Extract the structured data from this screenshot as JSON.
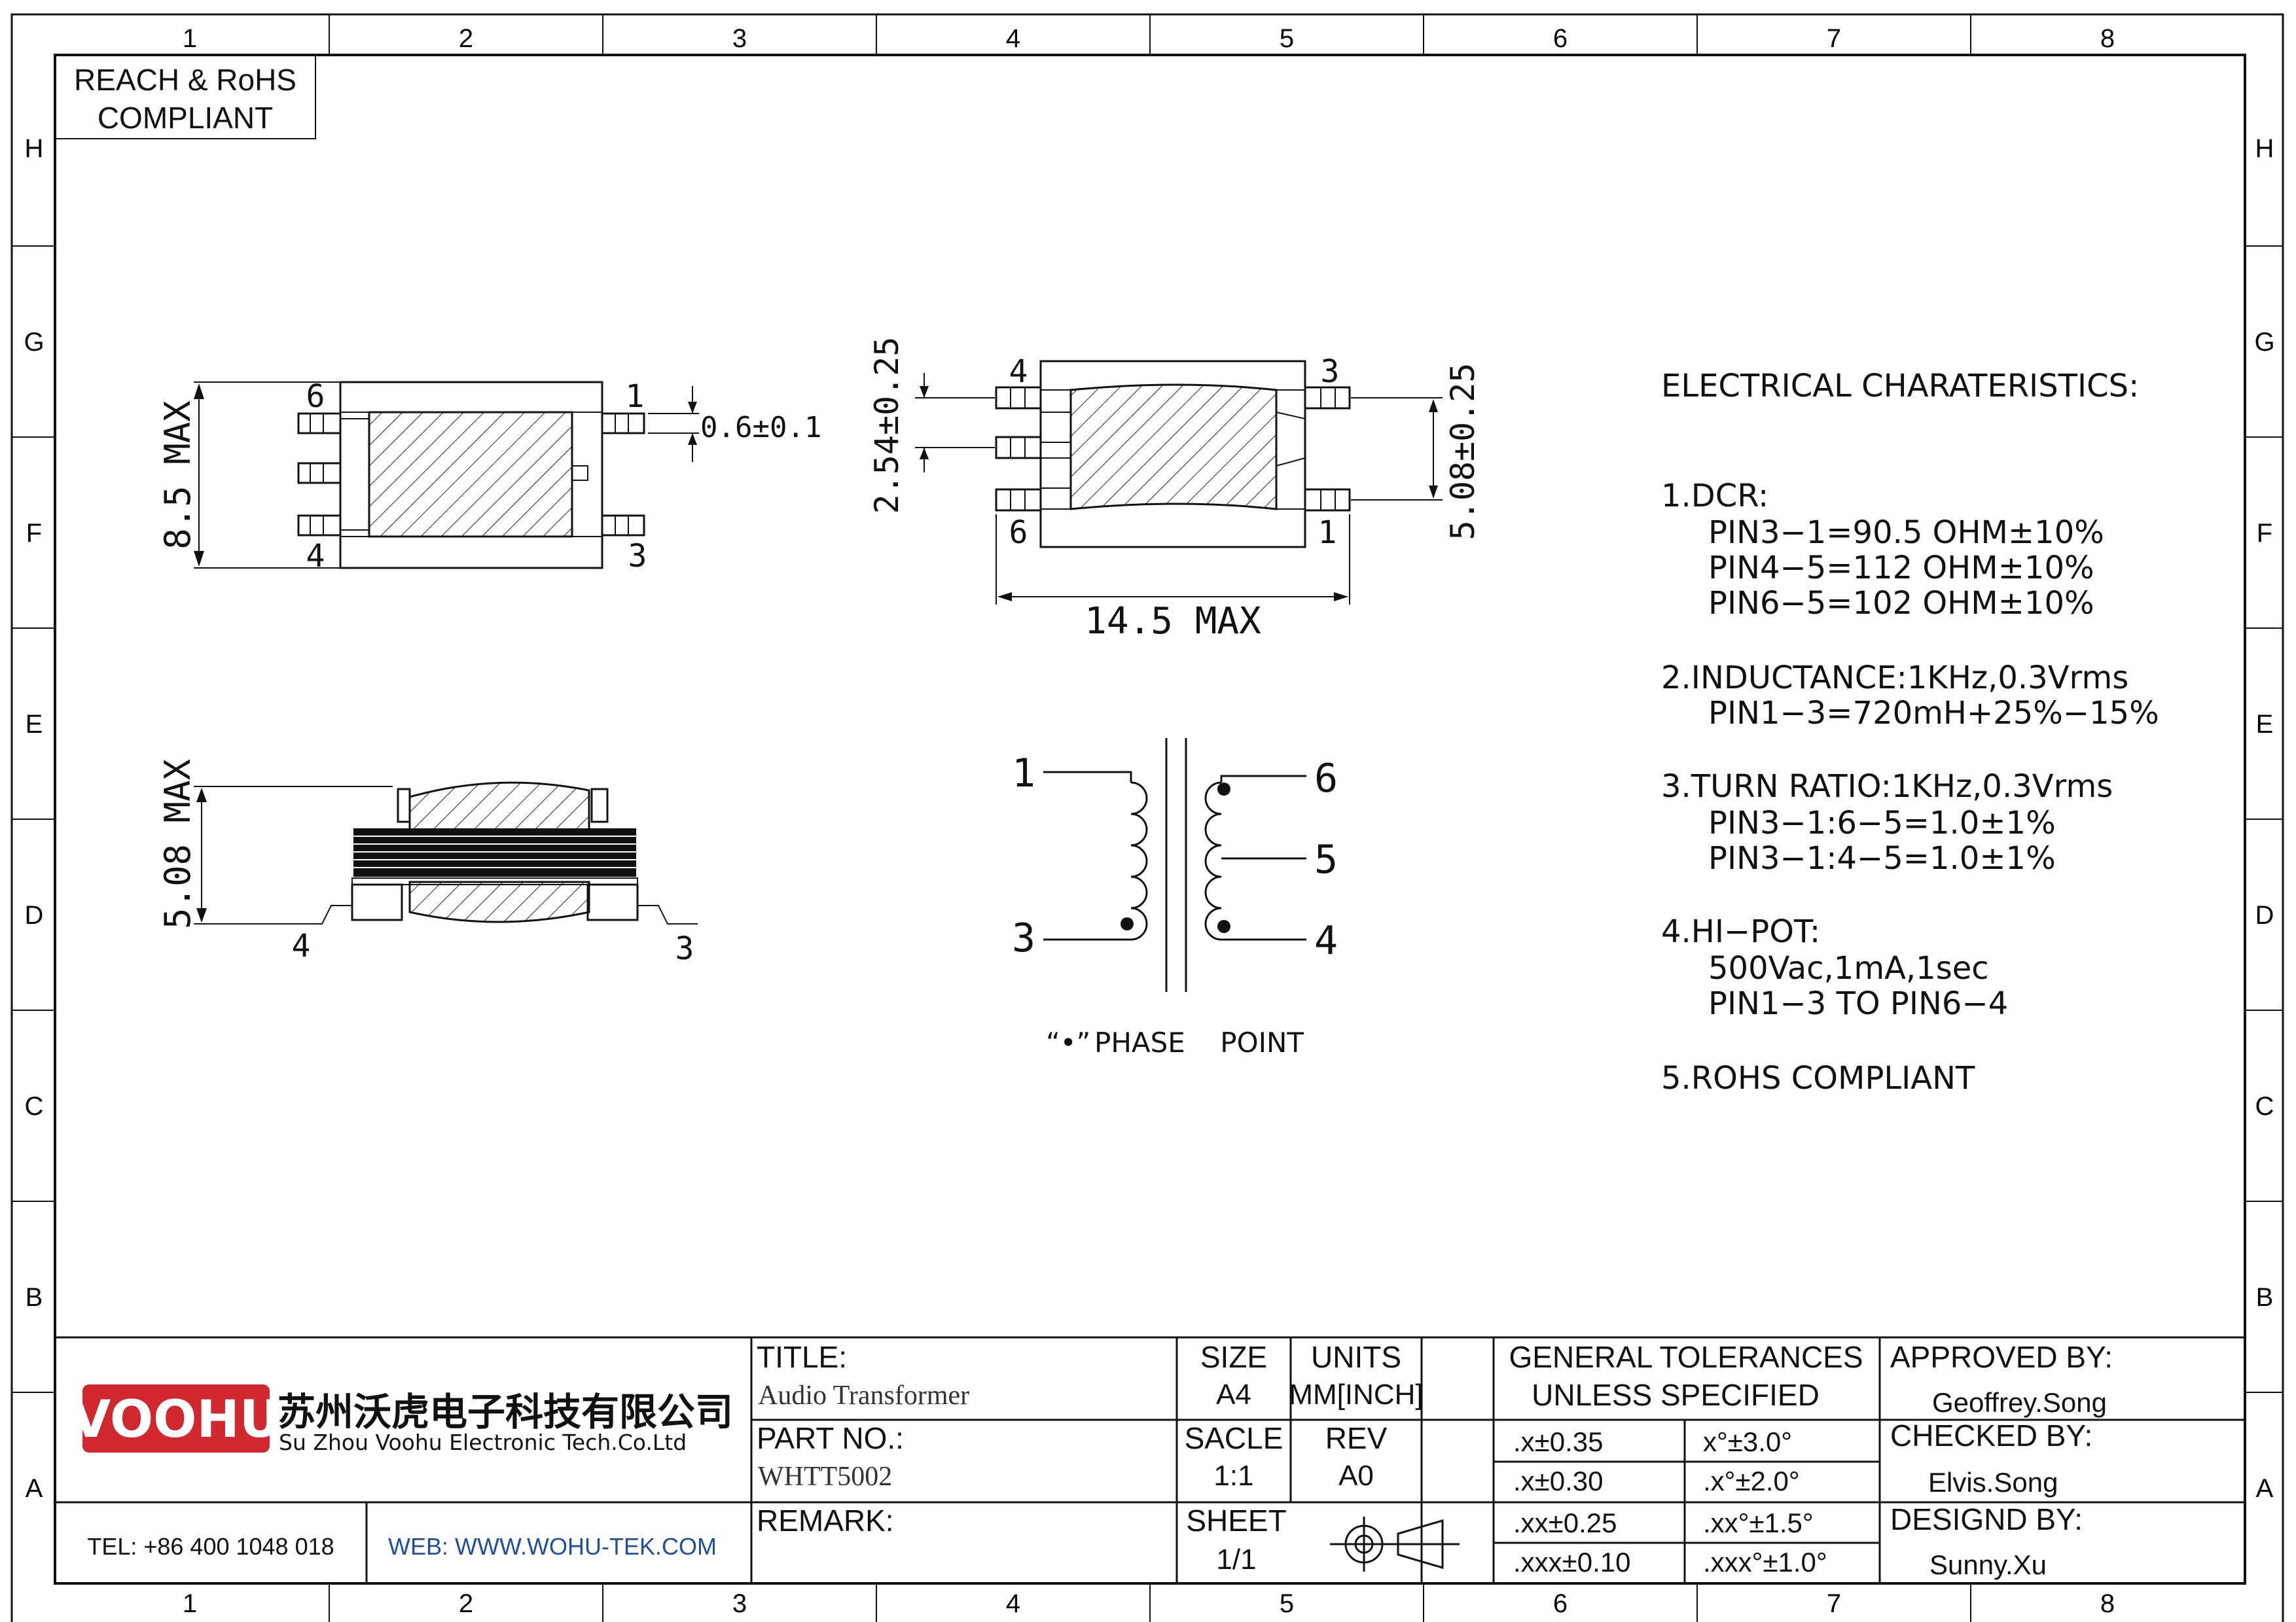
{
  "compliance_badge": [
    "REACH & RoHS",
    "COMPLIANT"
  ],
  "zones": {
    "columns": [
      "1",
      "2",
      "3",
      "4",
      "5",
      "6",
      "7",
      "8"
    ],
    "rows": [
      "H",
      "G",
      "F",
      "E",
      "D",
      "C",
      "B",
      "A"
    ]
  },
  "top_view": {
    "height_dim": "8.5 MAX",
    "pin_labels": [
      "6",
      "1",
      "4",
      "3"
    ],
    "pin_width_dim": "0.6±0.1"
  },
  "bottom_view": {
    "pitch_dim": "2.54±0.25",
    "span_dim": "5.08±0.25",
    "length_dim": "14.5 MAX",
    "pin_labels": [
      "4",
      "3",
      "6",
      "1"
    ]
  },
  "side_view": {
    "height_dim": "5.08 MAX",
    "pin_labels": [
      "4",
      "3"
    ]
  },
  "schematic": {
    "primary_pins": [
      "1",
      "3"
    ],
    "secondary_pins": [
      "6",
      "5",
      "4"
    ],
    "legend_mark": "“•”",
    "legend_label": "PHASE    POINT"
  },
  "electrical": {
    "heading": "ELECTRICAL  CHARATERISTICS:",
    "sections": [
      {
        "title": "1.DCR:",
        "lines": [
          "PIN3−1=90.5  OHM±10%",
          "PIN4−5=112  OHM±10%",
          "PIN6−5=102  OHM±10%"
        ]
      },
      {
        "title": "2.INDUCTANCE:1KHz,0.3Vrms",
        "lines": [
          "PIN1−3=720mH+25%−15%"
        ]
      },
      {
        "title": "3.TURN  RATIO:1KHz,0.3Vrms",
        "lines": [
          "PIN3−1:6−5=1.0±1%",
          "PIN3−1:4−5=1.0±1%"
        ]
      },
      {
        "title": "4.HI−POT:",
        "lines": [
          "500Vac,1mA,1sec",
          "PIN1−3  TO  PIN6−4"
        ]
      },
      {
        "title": "5.ROHS  COMPLIANT",
        "lines": []
      }
    ]
  },
  "title_block": {
    "logo_text": "VOOHU",
    "company_cn": "苏州沃虎电子科技有限公司",
    "company_en": "Su Zhou Voohu Electronic Tech.Co.Ltd",
    "tel": "TEL: +86 400 1048 018",
    "web": "WEB: WWW.WOHU-TEK.COM",
    "title_label": "TITLE:",
    "title_value": "Audio Transformer",
    "part_label": "PART NO.:",
    "part_value": "WHTT5002",
    "remark_label": "REMARK:",
    "size_label": "SIZE",
    "size_value": "A4",
    "units_label": "UNITS",
    "units_value": "MM[INCH]",
    "scale_label": "SACLE",
    "scale_value": "1:1",
    "rev_label": "REV",
    "rev_value": "A0",
    "sheet_label": "SHEET",
    "sheet_value": "1/1",
    "tolerance_heading": [
      "GENERAL TOLERANCES",
      "UNLESS SPECIFIED"
    ],
    "tolerances": [
      [
        ".x±0.35",
        "x°±3.0°"
      ],
      [
        ".x±0.30",
        ".x°±2.0°"
      ],
      [
        ".xx±0.25",
        ".xx°±1.5°"
      ],
      [
        ".xxx±0.10",
        ".xxx°±1.0°"
      ]
    ],
    "approved_label": "APPROVED BY:",
    "approved_value": "Geoffrey.Song",
    "checked_label": "CHECKED BY:",
    "checked_value": "Elvis.Song",
    "design_label": "DESIGND BY:",
    "design_value": "Sunny.Xu"
  },
  "colors": {
    "logo_red": "#d0282e",
    "link_blue": "#1f4e9c"
  }
}
